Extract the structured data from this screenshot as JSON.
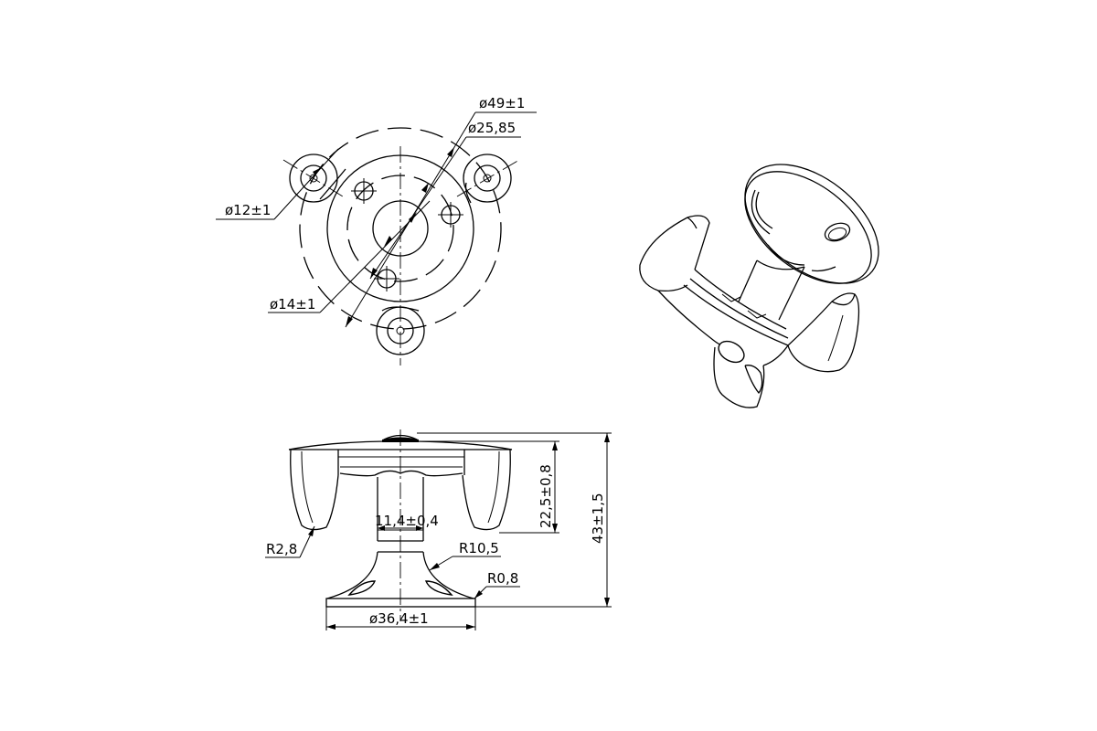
{
  "diagram": {
    "top_view": {
      "dim_outer_diameter": "ø49±1",
      "dim_bolt_circle": "ø25,85",
      "dim_lobe_diameter": "ø12±1",
      "dim_center_diameter": "ø14±1"
    },
    "front_view": {
      "dim_small_radius": "R2,8",
      "dim_stem_width": "11,4±0,4",
      "dim_neck_radius": "R10,5",
      "dim_edge_radius": "R0,8",
      "dim_base_diameter": "ø36,4±1",
      "dim_knob_height": "22,5±0,8",
      "dim_total_height": "43±1,5"
    }
  }
}
